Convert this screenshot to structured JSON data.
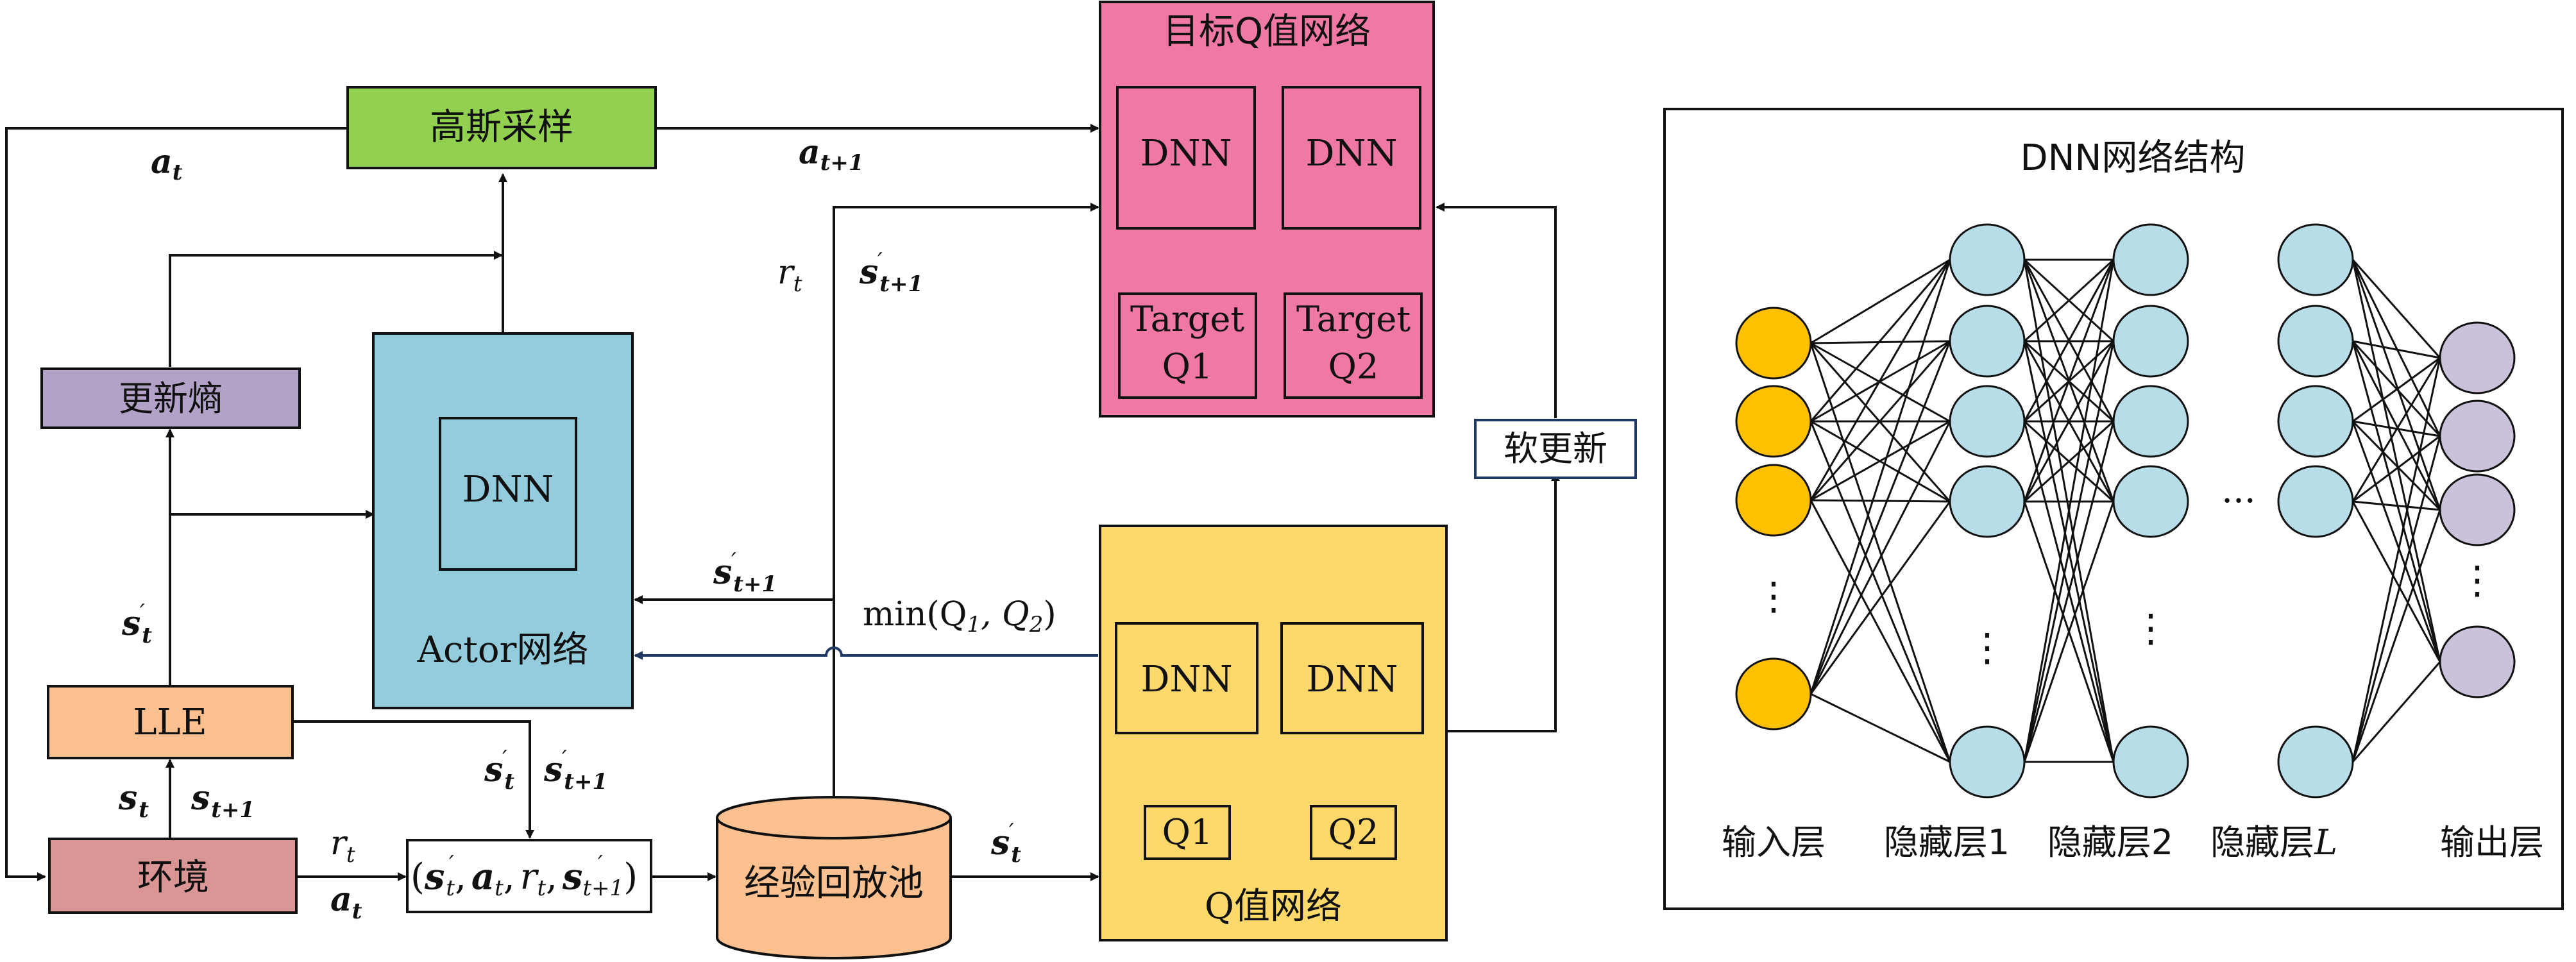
{
  "colors": {
    "target_q_fill": "#f078a4",
    "actor_fill": "#93cddd",
    "q_fill": "#fdd86a",
    "gauss_fill": "#92d050",
    "entropy_fill": "#b2a2c7",
    "lle_fill": "#fac090",
    "env_fill": "#d99694",
    "pool_fill": "#fac090",
    "input_node": "#ffc000",
    "hidden_node": "#b7dde8",
    "output_node": "#ccc1da",
    "blue_arrow": "#1f3864"
  },
  "boxes": {
    "target_q_title": "目标Q值网络",
    "target_dnn1": "DNN",
    "target_dnn2": "DNN",
    "target_q1_line1": "Target",
    "target_q1_line2": "Q1",
    "target_q2_line1": "Target",
    "target_q2_line2": "Q2",
    "gauss": "高斯采样",
    "entropy": "更新熵",
    "actor_dnn": "DNN",
    "actor_title": "Actor网络",
    "soft_update": "软更新",
    "q_title": "Q值网络",
    "q_dnn1": "DNN",
    "q_dnn2": "DNN",
    "q1": "Q1",
    "q2": "Q2",
    "lle": "LLE",
    "env": "环境",
    "pool": "经验回放池"
  },
  "labels": {
    "a_t_top": "a",
    "a_t_top_sub": "t",
    "a_t1": "a",
    "a_t1_sub": "t+1",
    "r_t_mid": "r",
    "r_t_mid_sub": "t",
    "s_t1_mid": "s",
    "s_t1_mid_sub": "t+1",
    "s_t1_actor": "s",
    "s_t1_actor_sub": "t+1",
    "minq": "min(Q",
    "minq_sub1": "1",
    "minq_comma": ", Q",
    "minq_sub2": "2",
    "minq_close": ")",
    "s_t_left": "s",
    "s_t_left_sub": "t",
    "s_t_lle1": "s",
    "s_t_lle1_sub": "t",
    "s_t1_lle": "s",
    "s_t1_lle_sub": "t+1",
    "s_t_tuple": "s",
    "s_t_tuple_sub": "t",
    "s_t1_tuple": "s",
    "s_t1_tuple_sub": "t+1",
    "r_t_env": "r",
    "r_t_env_sub": "t",
    "a_t_env": "a",
    "a_t_env_sub": "t",
    "s_t_pool": "s",
    "s_t_pool_sub": "t",
    "tuple_open": "(",
    "tuple_s": "s",
    "tuple_s_sub": "t",
    "tuple_a": "a",
    "tuple_a_sub": "t",
    "tuple_r": "r",
    "tuple_r_sub": "t",
    "tuple_s1": "s",
    "tuple_s1_sub": "t+1",
    "tuple_close": ")",
    "tuple_comma": ","
  },
  "dnn_structure": {
    "title": "DNN网络结构",
    "input_layer": "输入层",
    "hidden1": "隐藏层1",
    "hidden2": "隐藏层2",
    "hiddenL": "隐藏层",
    "hiddenL_var": "L",
    "output_layer": "输出层",
    "ellipsis_h": "···",
    "vdots": "⋮"
  }
}
